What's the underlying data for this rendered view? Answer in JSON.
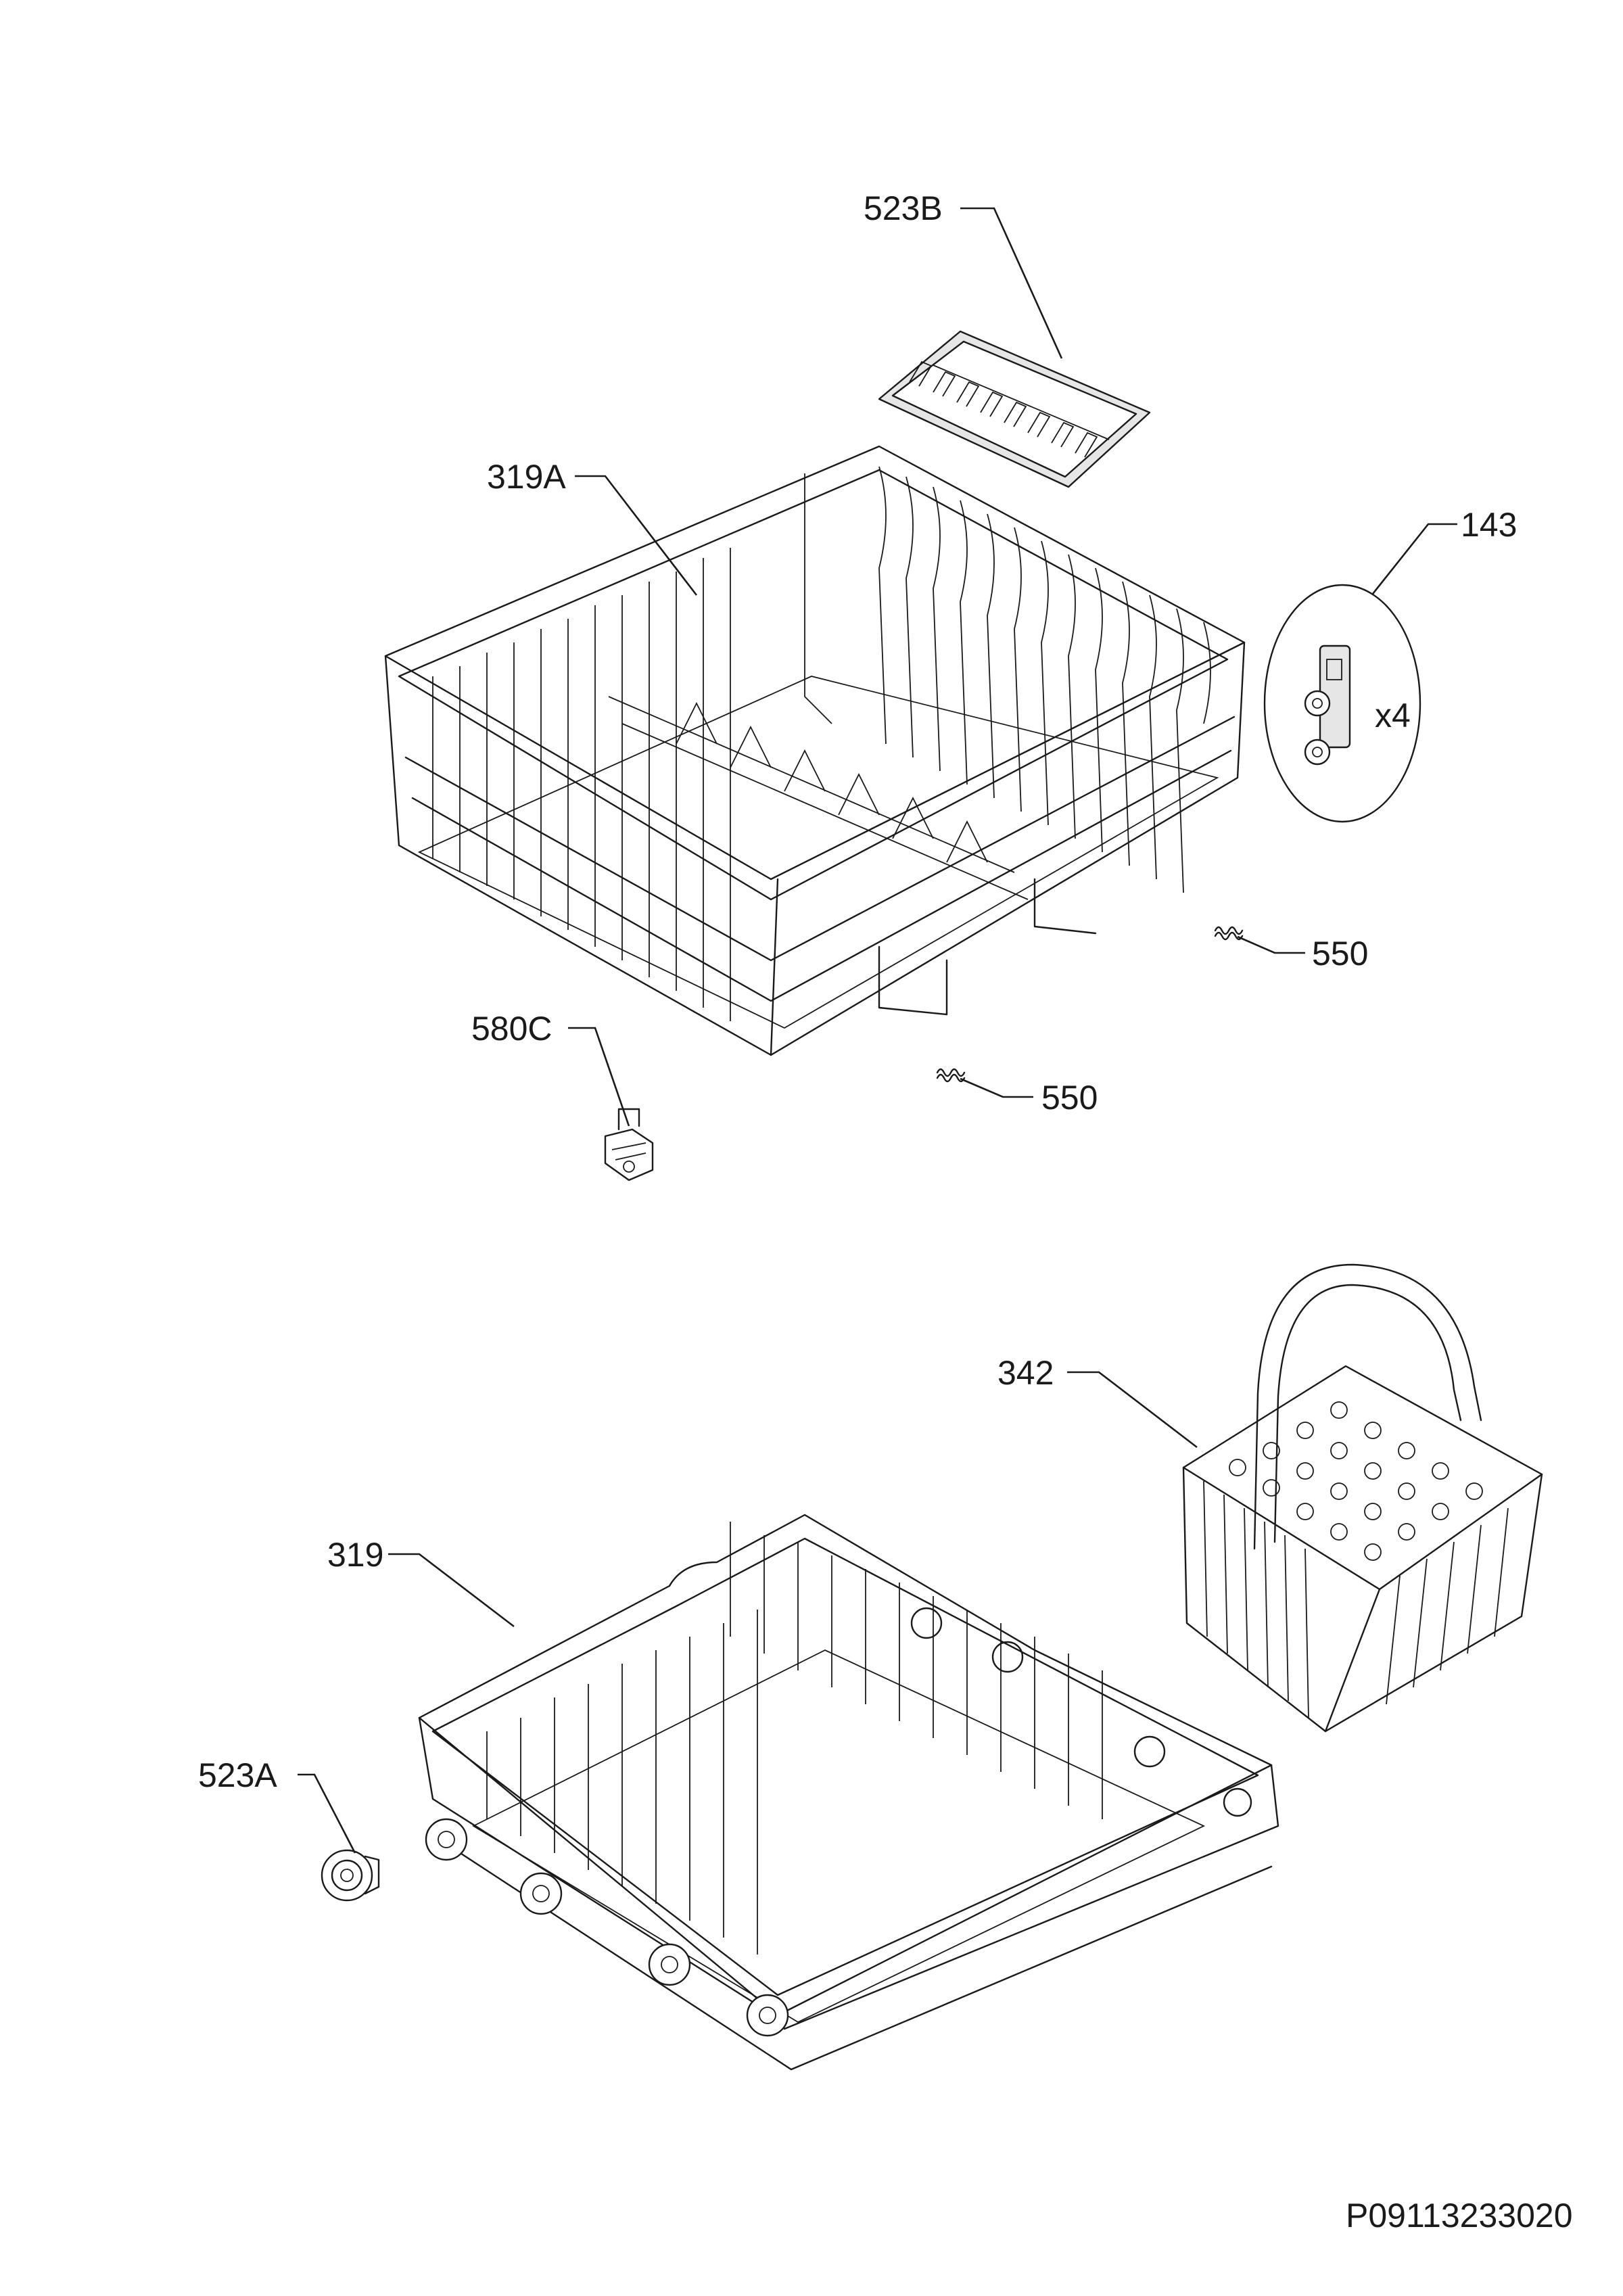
{
  "callouts": {
    "c523B": "523B",
    "c319A": "319A",
    "c143": "143",
    "qty143": "x4",
    "c550a": "550",
    "c550b": "550",
    "c580C": "580C",
    "c342": "342",
    "c319": "319",
    "c523A": "523A"
  },
  "drawing_number": "P09113233020",
  "colors": {
    "line": "#1a1a1a",
    "background": "#ffffff",
    "part_fill": "#e6e6e6"
  }
}
